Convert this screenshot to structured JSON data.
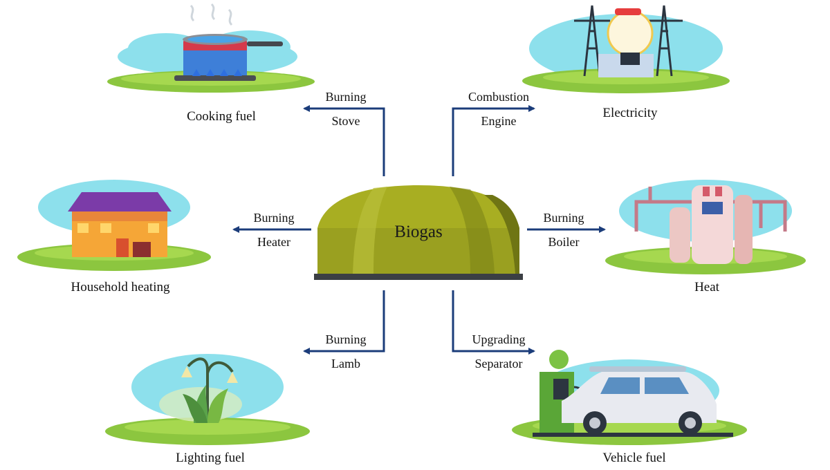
{
  "center": {
    "label": "Biogas"
  },
  "branches": {
    "cooking": {
      "process": "Burning",
      "device": "Stove",
      "use": "Cooking fuel"
    },
    "electricity": {
      "process": "Combustion",
      "device": "Engine",
      "use": "Electricity"
    },
    "household": {
      "process": "Burning",
      "device": "Heater",
      "use": "Household heating"
    },
    "heat": {
      "process": "Burning",
      "device": "Boiler",
      "use": "Heat"
    },
    "lighting": {
      "process": "Burning",
      "device": "Lamb",
      "use": "Lighting fuel"
    },
    "vehicle": {
      "process": "Upgrading",
      "device": "Separator",
      "use": "Vehicle fuel"
    }
  },
  "colors": {
    "arrow": "#1b3c7a",
    "tank": "#9aa020",
    "grass": "#8cc63f",
    "sky": "#8de0ec"
  },
  "icons": [
    "cooking-pot-icon",
    "power-tower-bulb-icon",
    "house-icon",
    "boiler-icon",
    "street-lamp-plant-icon",
    "car-charger-icon"
  ]
}
